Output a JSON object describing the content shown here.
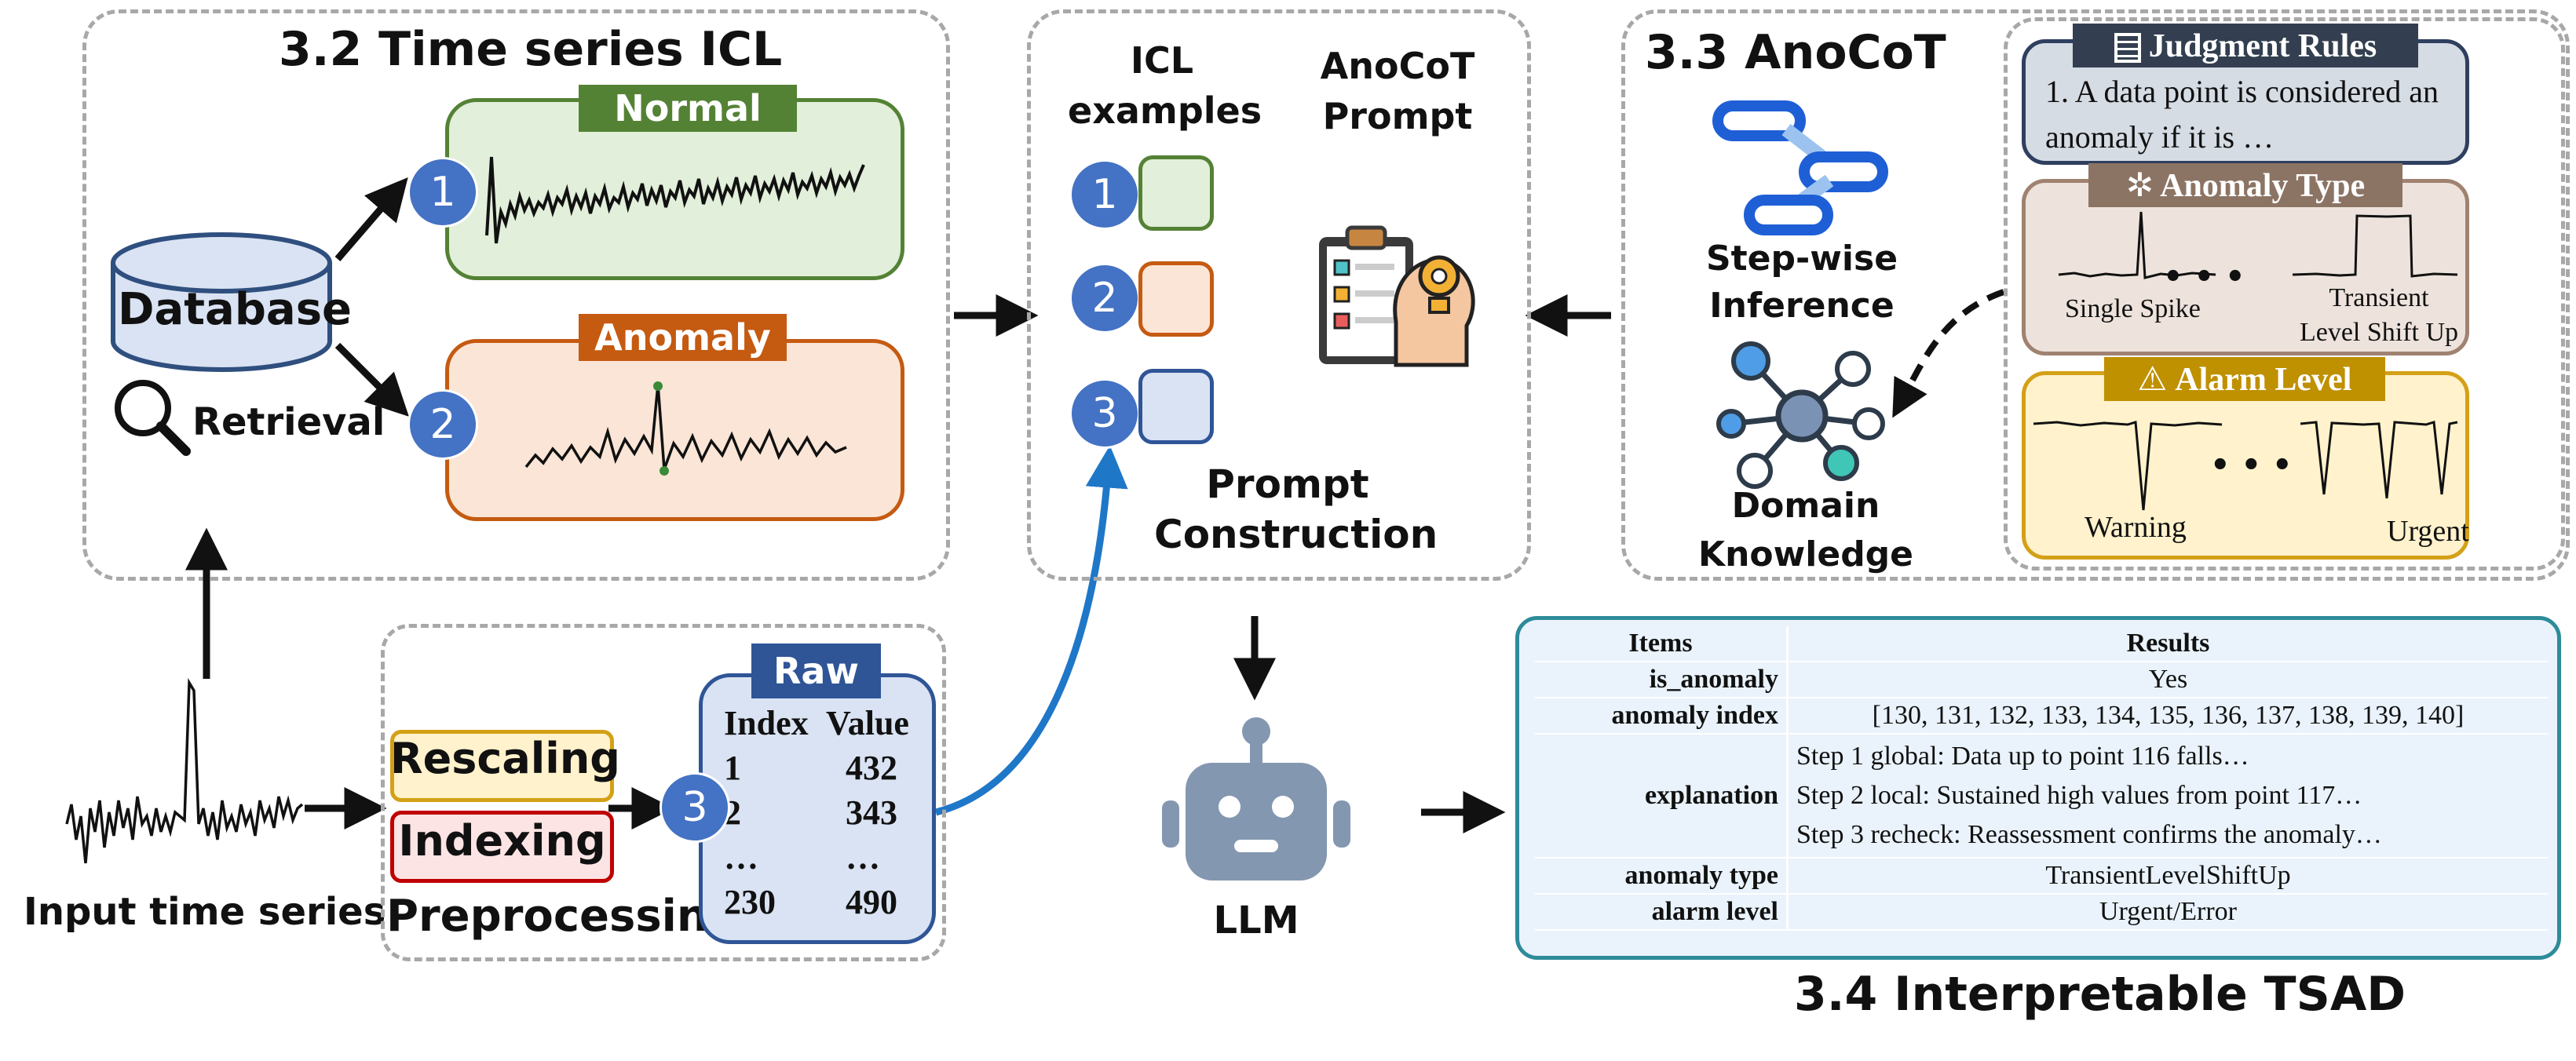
{
  "panels": {
    "icl": {
      "title": "3.2 Time series ICL"
    },
    "anocot": {
      "title": "3.3 AnoCoT"
    },
    "tsad": {
      "title": "3.4 Interpretable TSAD"
    }
  },
  "icl": {
    "database_label": "Database",
    "retrieval_label": "Retrieval",
    "normal_tag": "Normal",
    "anomaly_tag": "Anomaly",
    "step1": "1",
    "step2": "2"
  },
  "input": {
    "label": "Input time series"
  },
  "preprocessing": {
    "rescaling": "Rescaling",
    "indexing": "Indexing",
    "label": "Preprocessing",
    "step3": "3"
  },
  "raw": {
    "tag": "Raw",
    "headers": [
      "Index",
      "Value"
    ],
    "rows": [
      [
        "1",
        "432"
      ],
      [
        "2",
        "343"
      ],
      [
        "…",
        "…"
      ],
      [
        "230",
        "490"
      ]
    ]
  },
  "prompt": {
    "icl_examples": "ICL examples",
    "anocot_prompt": "AnoCoT Prompt",
    "construction": "Prompt Construction",
    "items": [
      "1",
      "2",
      "3"
    ]
  },
  "anocot": {
    "stepwise": "Step-wise Inference",
    "domain": "Domain Knowledge",
    "judgment_tag": "Judgment Rules",
    "judgment_text": "1. A data point is considered an anomaly if it is …",
    "anomaly_type_tag": "Anomaly Type",
    "single_spike": "Single Spike",
    "transient_level": "Transient Level Shift Up",
    "alarm_tag": "Alarm Level",
    "warning": "Warning",
    "urgent": "Urgent",
    "ellipsis": "• • •"
  },
  "llm": {
    "label": "LLM"
  },
  "results": {
    "headers": [
      "Items",
      "Results"
    ],
    "is_anomaly": {
      "key": "is_anomaly",
      "value": "Yes"
    },
    "anomaly_index": {
      "key": "anomaly index",
      "value": "[130, 131, 132, 133, 134, 135, 136, 137, 138, 139, 140]"
    },
    "explanation": {
      "key": "explanation",
      "lines": [
        "Step 1 global: Data up to point 116 falls…",
        "Step 2 local: Sustained high values from point 117…",
        "Step 3 recheck: Reassessment confirms the anomaly…"
      ]
    },
    "anomaly_type": {
      "key": "anomaly type",
      "value": "TransientLevelShiftUp"
    },
    "alarm_level": {
      "key": "alarm level",
      "value": "Urgent/Error"
    }
  },
  "colors": {
    "normal_green": "#548235",
    "anomaly_orange": "#c55a11",
    "raw_blue": "#2f5597",
    "accent_blue": "#4472c4",
    "table_border": "#2e8b9a"
  }
}
